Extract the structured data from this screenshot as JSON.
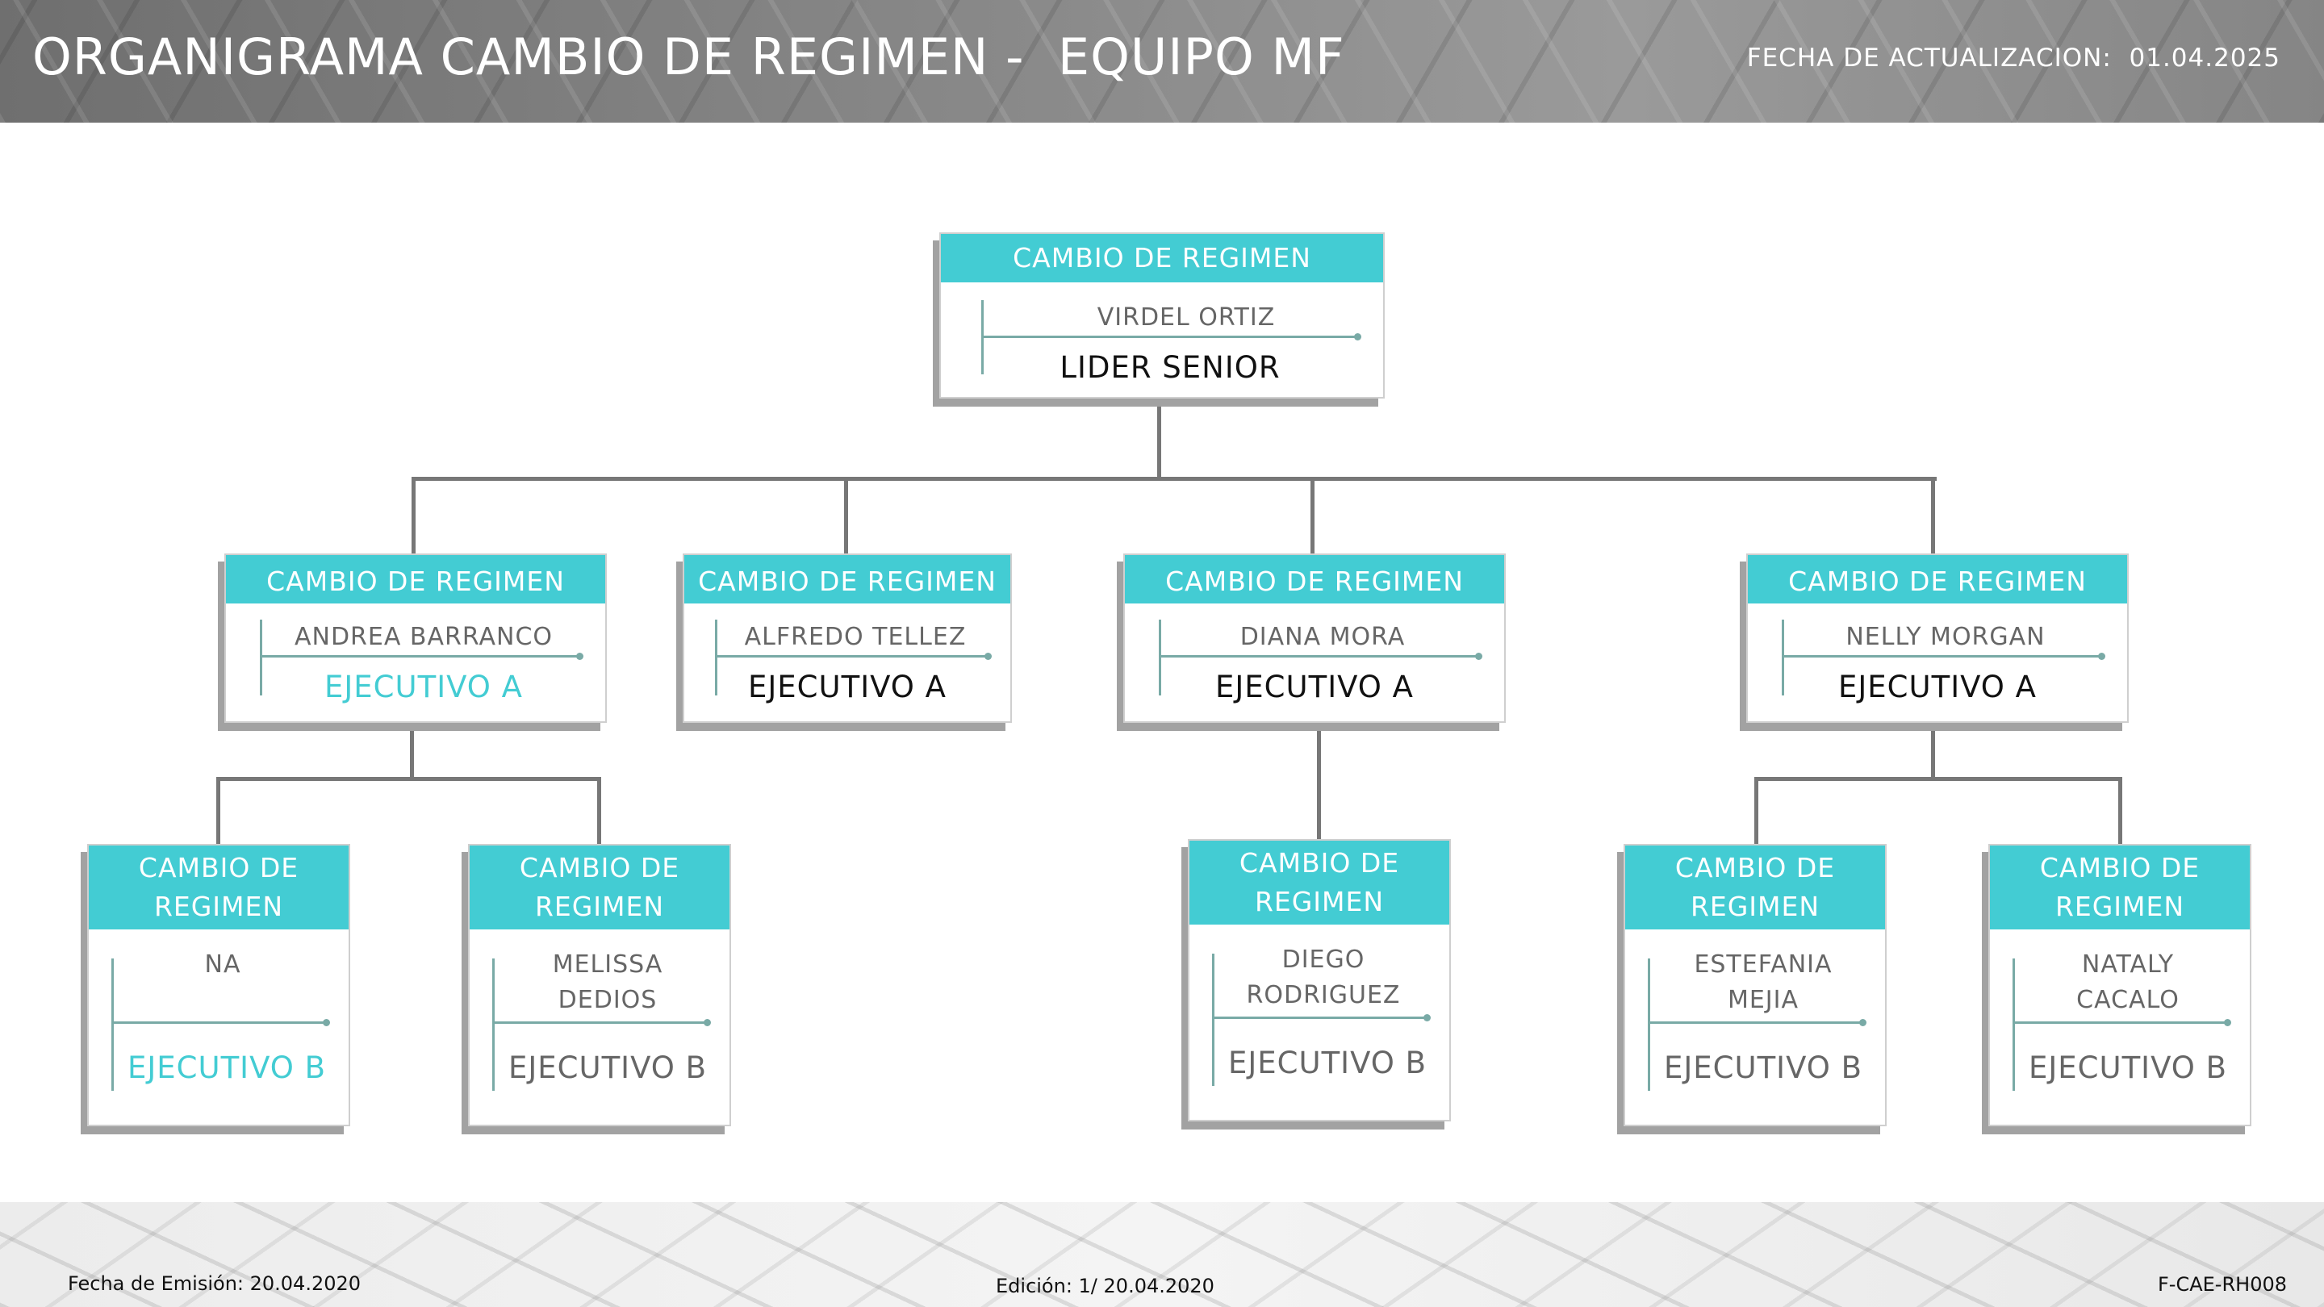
{
  "header": {
    "title": "ORGANIGRAMA CAMBIO DE REGIMEN -  EQUIPO MF",
    "update_date": "FECHA DE ACTUALIZACION:  01.04.2025"
  },
  "footer": {
    "emission": "Fecha de Emisión: 20.04.2020",
    "edition": "Edición: 1/ 20.04.2020",
    "code": "F-CAE-RH008"
  },
  "org": {
    "root": {
      "department": "CAMBIO DE REGIMEN",
      "name": "VIRDEL ORTIZ",
      "role": "LIDER SENIOR"
    },
    "level1": [
      {
        "department": "CAMBIO DE REGIMEN",
        "name": "ANDREA BARRANCO",
        "role": "EJECUTIVO A"
      },
      {
        "department": "CAMBIO DE REGIMEN",
        "name": "ALFREDO TELLEZ",
        "role": "EJECUTIVO A"
      },
      {
        "department": "CAMBIO DE REGIMEN",
        "name": "DIANA MORA",
        "role": "EJECUTIVO A"
      },
      {
        "department": "CAMBIO DE REGIMEN",
        "name": "NELLY MORGAN",
        "role": "EJECUTIVO A"
      }
    ],
    "level2": [
      {
        "department": "CAMBIO DE REGIMEN",
        "name": "NA",
        "role": "EJECUTIVO B"
      },
      {
        "department": "CAMBIO DE REGIMEN",
        "name": "MELISSA DEDIOS",
        "role": "EJECUTIVO B"
      },
      {
        "department": "CAMBIO DE REGIMEN",
        "name": "DIEGO RODRIGUEZ",
        "role": "EJECUTIVO B"
      },
      {
        "department": "CAMBIO DE REGIMEN",
        "name": "ESTEFANIA MEJIA",
        "role": "EJECUTIVO B"
      },
      {
        "department": "CAMBIO DE REGIMEN",
        "name": "NATALY CACALO",
        "role": "EJECUTIVO B"
      }
    ]
  },
  "colors": {
    "accent": "#43ccd3",
    "connector": "#777777",
    "header_band": "#8a8a8a"
  }
}
